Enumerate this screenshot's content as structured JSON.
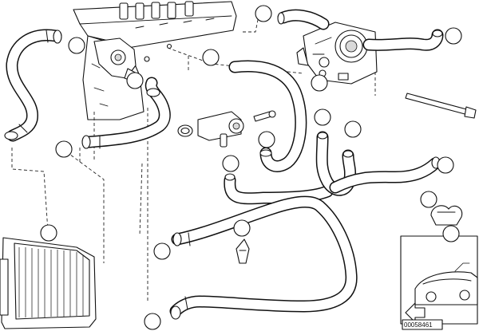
{
  "diagram": {
    "reference_number": "00058461",
    "colors": {
      "line": "#111111",
      "background": "#ffffff",
      "shade": "#d9d9d9"
    },
    "parts": [
      "radiator",
      "radiator-hose-upper-left",
      "engine-block-thermostat-housing",
      "thermostat-hose",
      "temperature-sensor-valve",
      "heater-hose-center",
      "throttle-body-assembly",
      "throttle-coolant-pipe",
      "cable-tie",
      "bypass-hose-left",
      "bypass-hose-right",
      "lower-radiator-hose",
      "expansion-hose-right",
      "hose-clamp-upper",
      "hose-clamp-lower",
      "hose-clip-center",
      "car-location-inset"
    ],
    "callouts": [
      "callout-1",
      "callout-2",
      "callout-3",
      "callout-4",
      "callout-5",
      "callout-6",
      "callout-7",
      "callout-8",
      "callout-9",
      "callout-10",
      "callout-11",
      "callout-12",
      "callout-13",
      "callout-14",
      "callout-15",
      "callout-16",
      "callout-17",
      "callout-18"
    ]
  }
}
